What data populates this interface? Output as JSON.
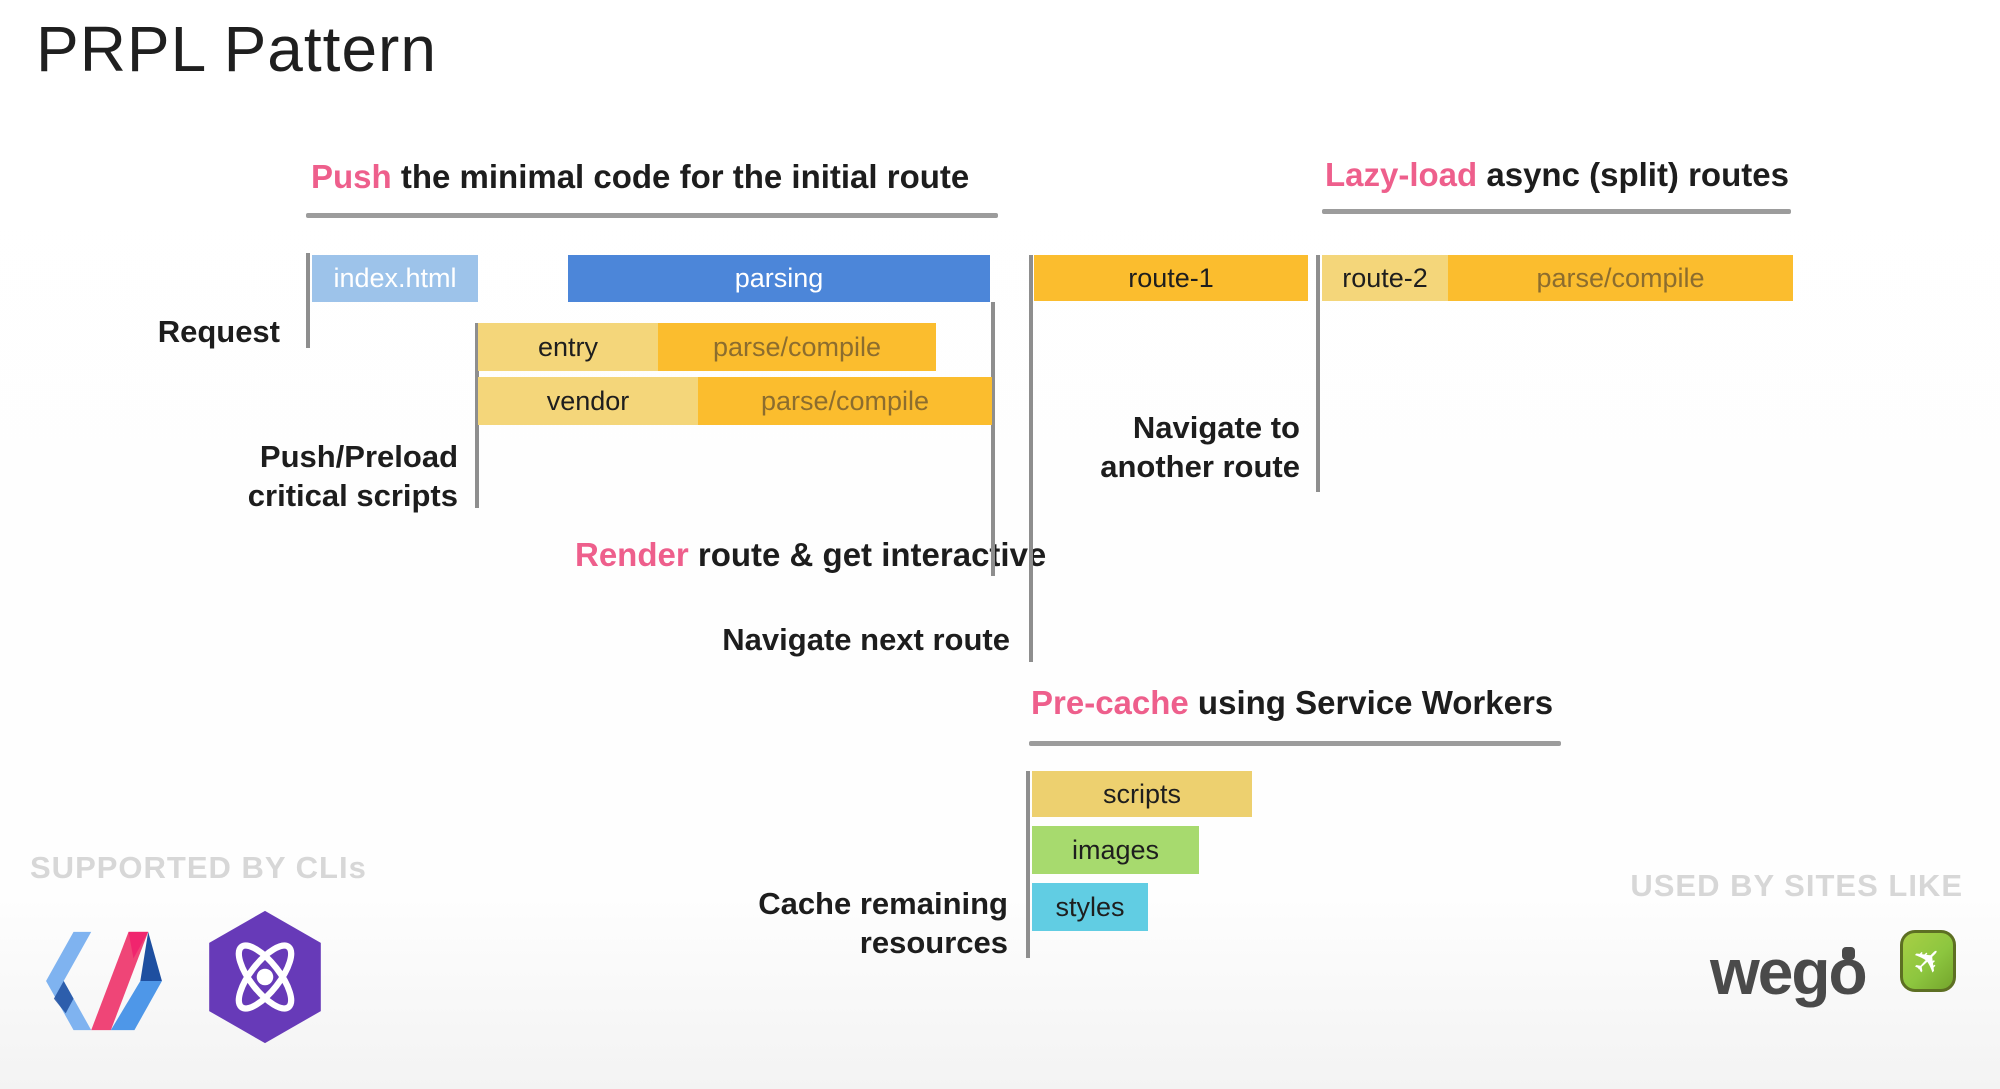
{
  "title": "PRPL Pattern",
  "colors": {
    "pink_highlight": "#ee5f8c",
    "blue_parsing": "#4c86d9",
    "light_blue_index": "#9dc3ea",
    "amber": "#fbbd2e",
    "tan_light": "#f4d67a",
    "tan_scripts": "#edd06f",
    "green_images": "#a7da6e",
    "cyan_styles": "#61cde3",
    "line_gray": "#8e8e8e",
    "underline_gray": "#9c9c9c",
    "watermark_gray": "#d7d7d7",
    "text_dark": "#1d1d1d",
    "parse_compile_text": "#8c6d2e",
    "preact_purple": "#673ab8",
    "wego_green": "#8dc63f",
    "wego_text_gray": "#4a4a4a"
  },
  "headings": {
    "push": {
      "highlight": "Push",
      "rest": " the minimal code for the initial route"
    },
    "lazy_load": {
      "highlight": "Lazy-load",
      "rest": " async (split) routes"
    },
    "render": {
      "highlight": "Render",
      "rest": " route & get interactive"
    },
    "pre_cache": {
      "highlight": "Pre-cache",
      "rest": " using Service Workers"
    }
  },
  "labels": {
    "request": "Request",
    "push_preload": [
      "Push/Preload",
      "critical scripts"
    ],
    "navigate_next": "Navigate next route",
    "navigate_another": [
      "Navigate to",
      "another route"
    ],
    "cache_remaining": [
      "Cache remaining",
      "resources"
    ]
  },
  "bars": {
    "index_html": "index.html",
    "parsing": "parsing",
    "entry": "entry",
    "vendor": "vendor",
    "route_1": "route-1",
    "route_2": "route-2",
    "parse_compile": "parse/compile",
    "scripts": "scripts",
    "images": "images",
    "styles": "styles"
  },
  "footer": {
    "supported_by": "SUPPORTED BY CLIs",
    "used_by": "USED BY SITES LIKE",
    "wego_text": "wego",
    "airplane_glyph": "✈"
  }
}
